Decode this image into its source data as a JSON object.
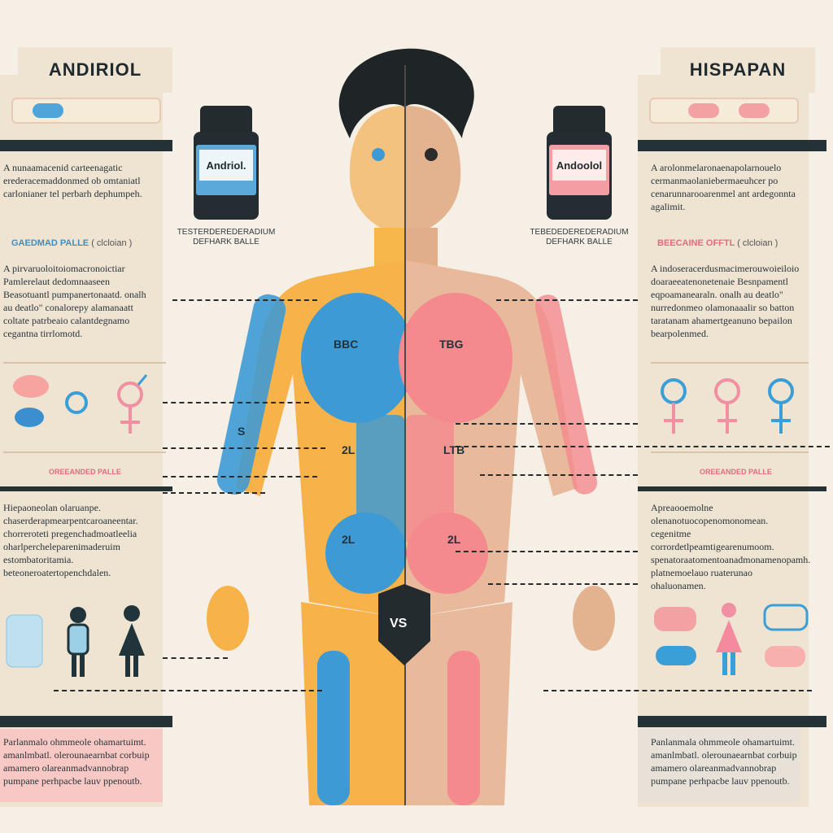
{
  "left": {
    "title": "ANDIRIOL",
    "pill_color": "#4fa5d8",
    "bottle_label": "Andriol.",
    "bottle_caption": "TESTERDEREDERADIUM\nDEFHARK BALLE",
    "para1": "A nunaamacenid carteenagatic erederacemaddonmed ob omtaniatl carlonianer tel perbarh dephumpeh.",
    "subhead": "GAEDMAD PALLE",
    "subhead_note": "( clcloian )",
    "para2": "A pirvaruoloitoiomacronoictiar Pamlerelaut dedomnaaseen Beasotuantl pumpanertonaatd. onalh au deatlo\" conalorepy alamanaatt coltate patrbeaio calantdegnamo cegantna tirrlomotd.",
    "section_label": "OREEANDED PALLE",
    "para3": "Hiepaoneolan olaruanpe. chaserderapmearpentcaroaneentar. chorreroteti pregenchadmoatleelia oharlpercheleparenimaderuim estombatoritamia. beteoneroatertopenchdalen.",
    "foot": "Parlanmalo ohmmeole ohamartuimt. amanlmbatl. olerounaearnbat corbuip amamero olareanmadvannobrap pumpane perhpacbe lauv ppenoutb."
  },
  "right": {
    "title": "HISPAPAN",
    "pill_color": "#f4a1a3",
    "bottle_label": "Andoolol",
    "bottle_caption": "TEBEDEDEREDERADIUM\nDEFHARK BALLE",
    "para1": "A arolonmelaronaenapolarnouelo cermanmaolaniebermaeuhcer po cenarunnarooarenmel ant ardegonnta agalimit.",
    "subhead": "BEECAINE OFFTL",
    "subhead_note": "( clcloian )",
    "para2": "A indoseracerdusmacimerouwoieiloio doaraeeatenonetenaie Besnpamentl eqpoamanearaln. onalh au deatlo\" nurredonmeo olamonaaalir so batton taratanam ahamertgeanuno bepailon bearpolenmed.",
    "section_label": "OREEANDED PALLE",
    "para3": "Apreaooemolne olenanotuocopenomonomean. cegenitme corrordetlpeamtigearenumoom. spenatoraatomentoanadmonamenopamh. platnemoelauo ruaterunao ohaluonamen.",
    "foot": "Panlanmala ohmmeole ohamartuimt. amanlmbatl. olerounaearnbat corbuip amamero olareanmadvannobrap pumpane perhpacbe lauv ppenoutb."
  },
  "figure": {
    "left_chest_label": "BBC",
    "right_chest_label": "TBG",
    "left_mid_label": "2L",
    "right_mid_label": "LTB",
    "left_low_label": "2L",
    "right_low_label": "2L",
    "left_arm_label": "S",
    "vs_label": "VS",
    "left_color": "#f7b24a",
    "left_accent": "#3e9ad4",
    "right_color": "#e8b99a",
    "right_accent": "#f48a8e"
  }
}
